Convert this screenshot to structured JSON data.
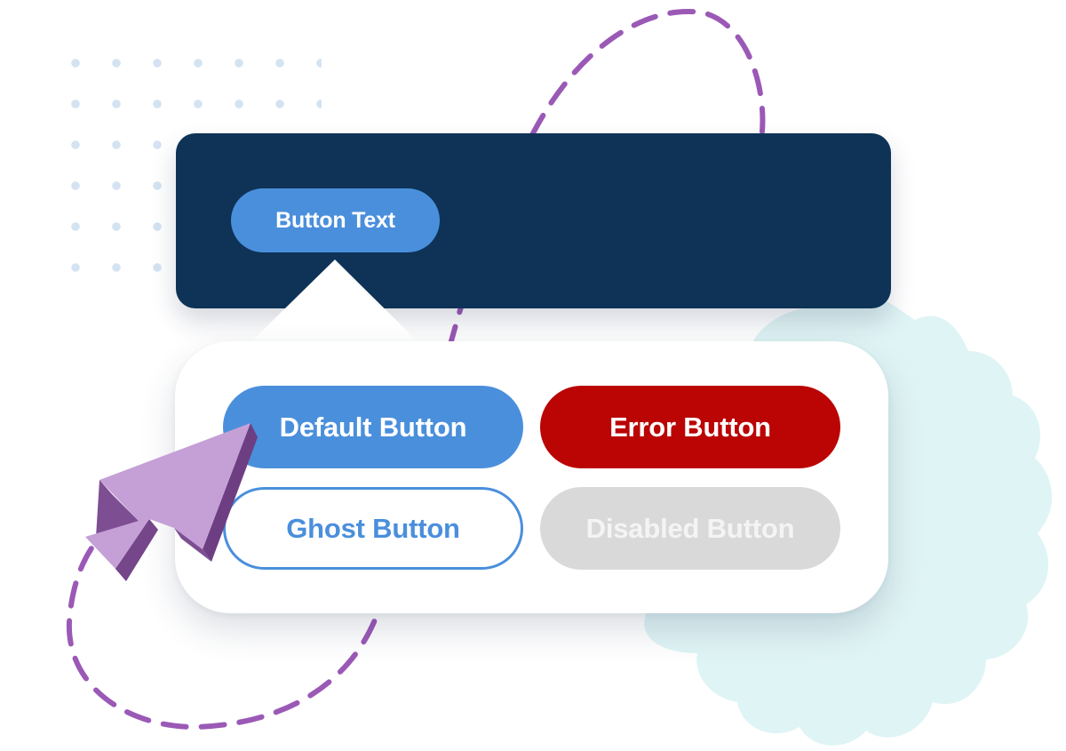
{
  "navbar": {
    "button_label": "Button Text"
  },
  "popover": {
    "buttons": [
      {
        "label": "Default Button",
        "variant": "default",
        "color": "#4a8fdc"
      },
      {
        "label": "Error Button",
        "variant": "error",
        "color": "#bb0404"
      },
      {
        "label": "Ghost Button",
        "variant": "ghost",
        "color": "#4a8fdc"
      },
      {
        "label": "Disabled Button",
        "variant": "disabled",
        "color": "#d9d9d9"
      }
    ]
  },
  "decorations": {
    "cursor": "arrow-cursor-icon",
    "path": "dashed-orbit-line",
    "blob": "cog-shaped-blob",
    "dots": "dot-grid"
  },
  "colors": {
    "navbar_bg": "#0e3357",
    "primary": "#4a8fdc",
    "error": "#bb0404",
    "disabled": "#d9d9d9",
    "cursor": "#c4a0d6",
    "dashed_line": "#9b59b6",
    "blob": "#dff4f5",
    "dots": "#d4e3f1"
  }
}
